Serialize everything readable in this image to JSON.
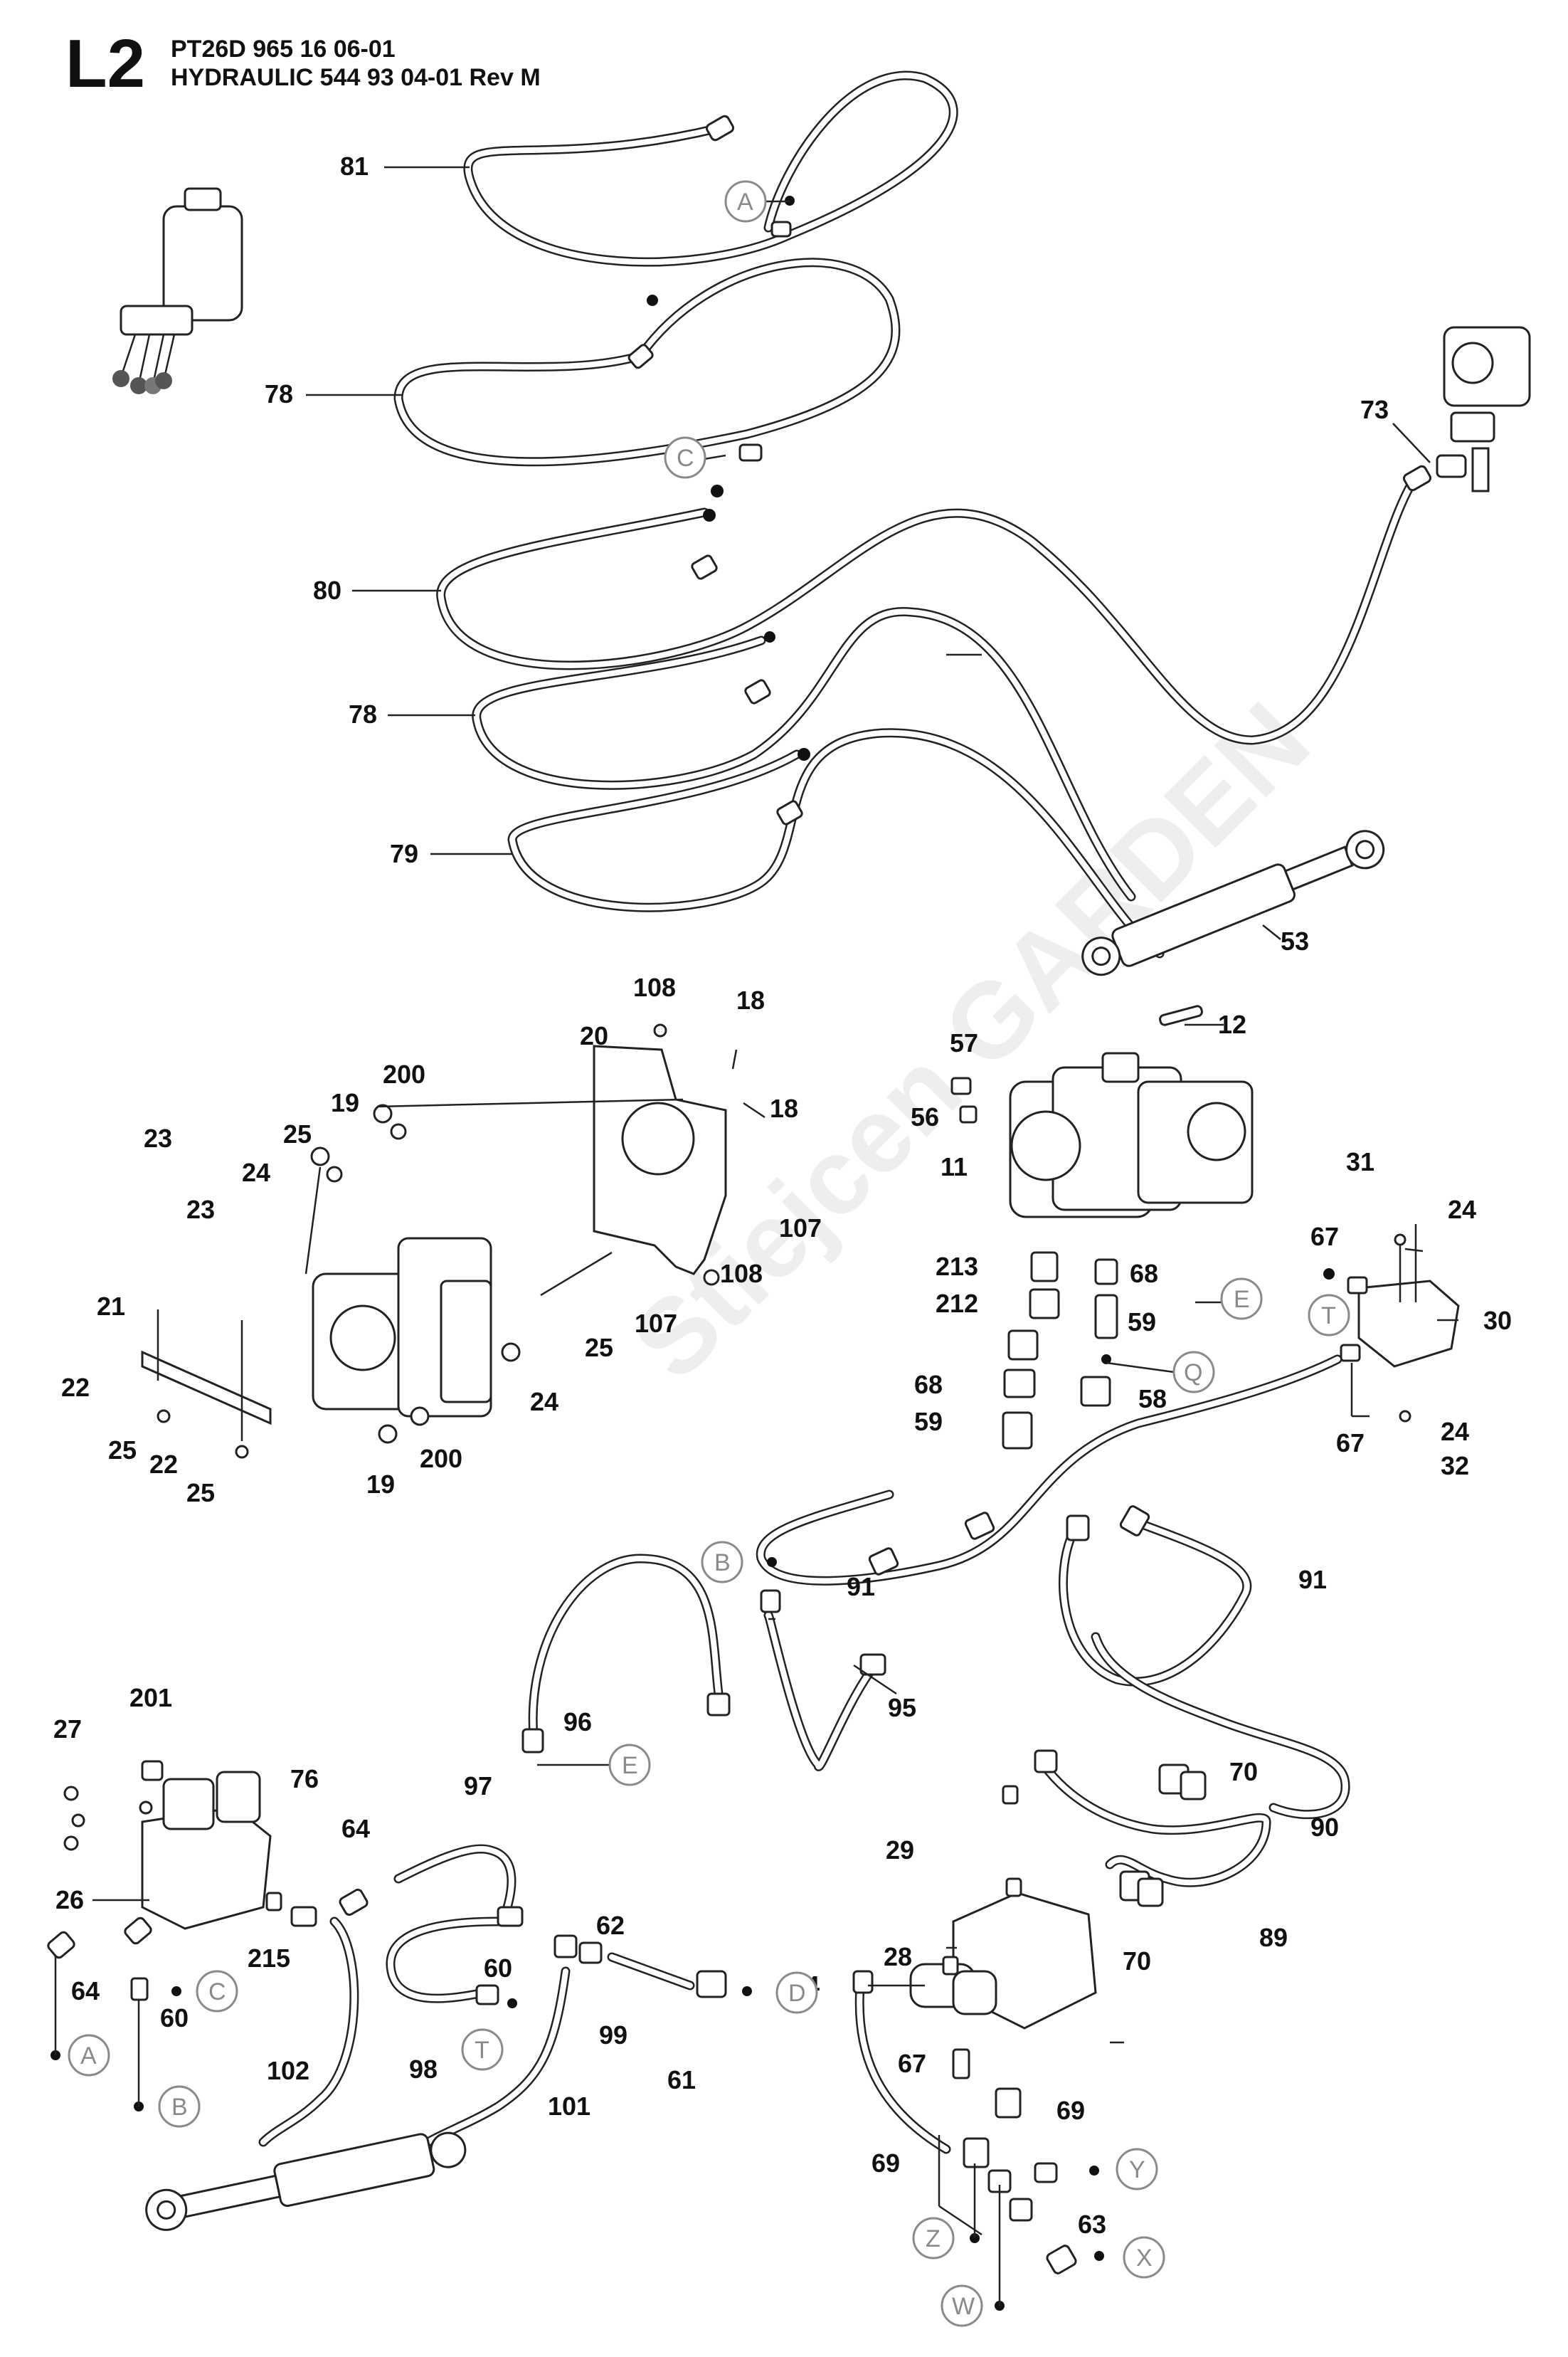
{
  "header": {
    "code": "L2",
    "line1": "PT26D 965 16 06-01",
    "line2": "HYDRAULIC 544 93 04-01 Rev M"
  },
  "watermark": "Stiejcen GARDEN",
  "colors": {
    "line": "#222222",
    "letter_circle": "#8a8a8a",
    "background": "#ffffff"
  },
  "callouts": {
    "c81": "81",
    "c78a": "78",
    "c80": "80",
    "c78b": "78",
    "c79": "79",
    "c73": "73",
    "c53": "53",
    "c108a": "108",
    "c18a": "18",
    "c20": "20",
    "c18b": "18",
    "c107a": "107",
    "c108b": "108",
    "c107b": "107",
    "c200a": "200",
    "c19a": "19",
    "c25a": "25",
    "c24a": "24",
    "c23a": "23",
    "c23b": "23",
    "c21": "21",
    "c22a": "22",
    "c25b": "25",
    "c22b": "22",
    "c25c": "25",
    "c19b": "19",
    "c200b": "200",
    "c24b": "24",
    "c25d": "25",
    "c57": "57",
    "c12": "12",
    "c56": "56",
    "c11": "11",
    "c213": "213",
    "c212": "212",
    "c68a": "68",
    "c59a": "59",
    "c68b": "68",
    "c59b": "59",
    "c58": "58",
    "c31": "31",
    "c24c": "24",
    "c67a": "67",
    "c30": "30",
    "c24d": "24",
    "c67b": "67",
    "c32": "32",
    "c91a": "91",
    "c91b": "91",
    "c95": "95",
    "c96": "96",
    "c27": "27",
    "c201": "201",
    "c76": "76",
    "c64a": "64",
    "c97": "97",
    "c26": "26",
    "c215": "215",
    "c64b": "64",
    "c60a": "60",
    "c60b": "60",
    "c62": "62",
    "c98": "98",
    "c99": "99",
    "c61": "61",
    "c101": "101",
    "c102": "102",
    "c70a": "70",
    "c90": "90",
    "c29": "29",
    "c89": "89",
    "c28": "28",
    "c70b": "70",
    "c94": "94",
    "c67c": "67",
    "c69a": "69",
    "c69b": "69",
    "c63": "63"
  },
  "letters": {
    "A1": "A",
    "C1": "C",
    "E1": "E",
    "Q": "Q",
    "T1": "T",
    "B1": "B",
    "E2": "E",
    "C2": "C",
    "A2": "A",
    "B2": "B",
    "T2": "T",
    "D": "D",
    "Y": "Y",
    "Z": "Z",
    "W": "W",
    "X": "X"
  }
}
